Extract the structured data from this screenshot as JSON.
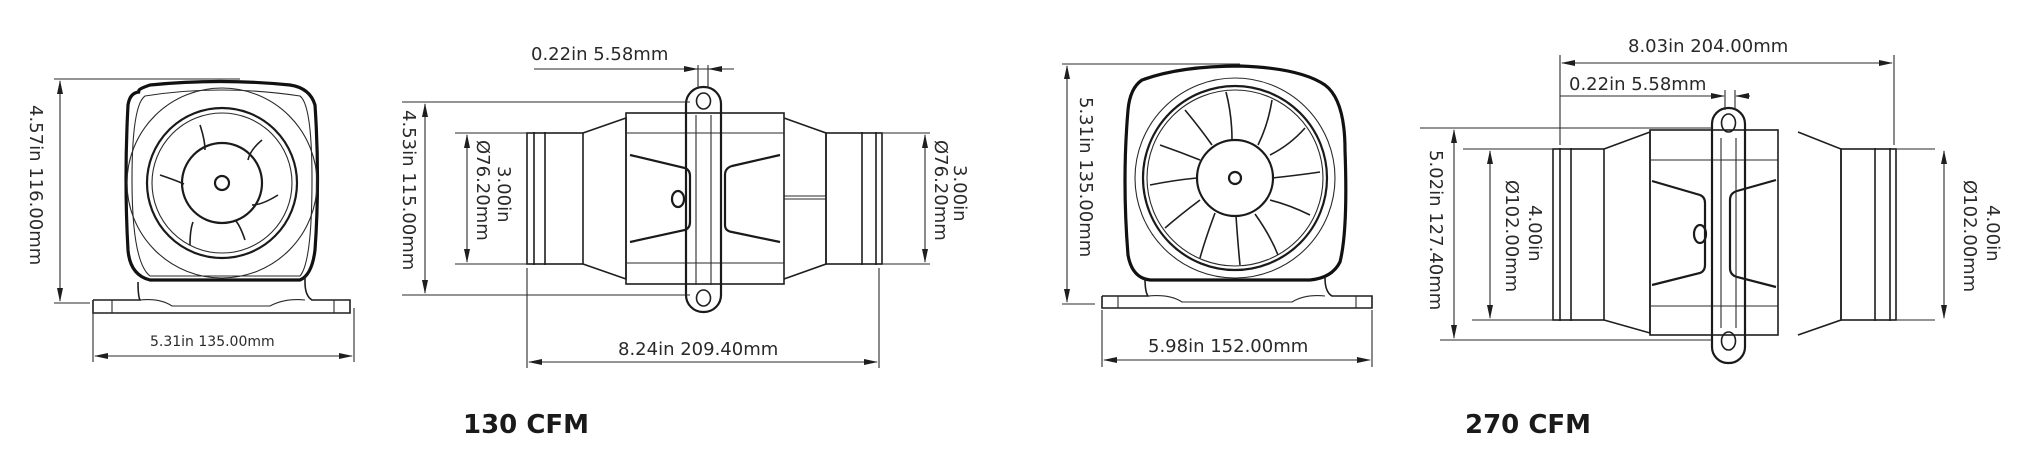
{
  "units": {
    "imperial": "in",
    "metric": "mm"
  },
  "products": [
    {
      "label": "130 CFM",
      "front_view": {
        "height": "4.57in  116.00mm",
        "base_width": "5.31in  135.00mm"
      },
      "side_view": {
        "flange_thickness": "0.22in  5.58mm",
        "overall_height": "4.53in  115.00mm",
        "duct_diameter_left": "3.00in",
        "duct_diameter_left_mm": "Ø76.20mm",
        "duct_diameter_right": "3.00in",
        "duct_diameter_right_mm": "Ø76.20mm",
        "overall_length": "8.24in  209.40mm"
      }
    },
    {
      "label": "270 CFM",
      "front_view": {
        "height": "5.31in  135.00mm",
        "base_width": "5.98in  152.00mm"
      },
      "side_view": {
        "overall_length": "8.03in  204.00mm",
        "flange_thickness": "0.22in  5.58mm",
        "overall_height": "5.02in  127.40mm",
        "duct_diameter_left": "4.00in",
        "duct_diameter_left_mm": "Ø102.00mm",
        "duct_diameter_right": "4.00in",
        "duct_diameter_right_mm": "Ø102.00mm"
      }
    }
  ],
  "colors": {
    "line": "#1e1e1e",
    "background": "#ffffff",
    "text": "#2a2a2a"
  }
}
